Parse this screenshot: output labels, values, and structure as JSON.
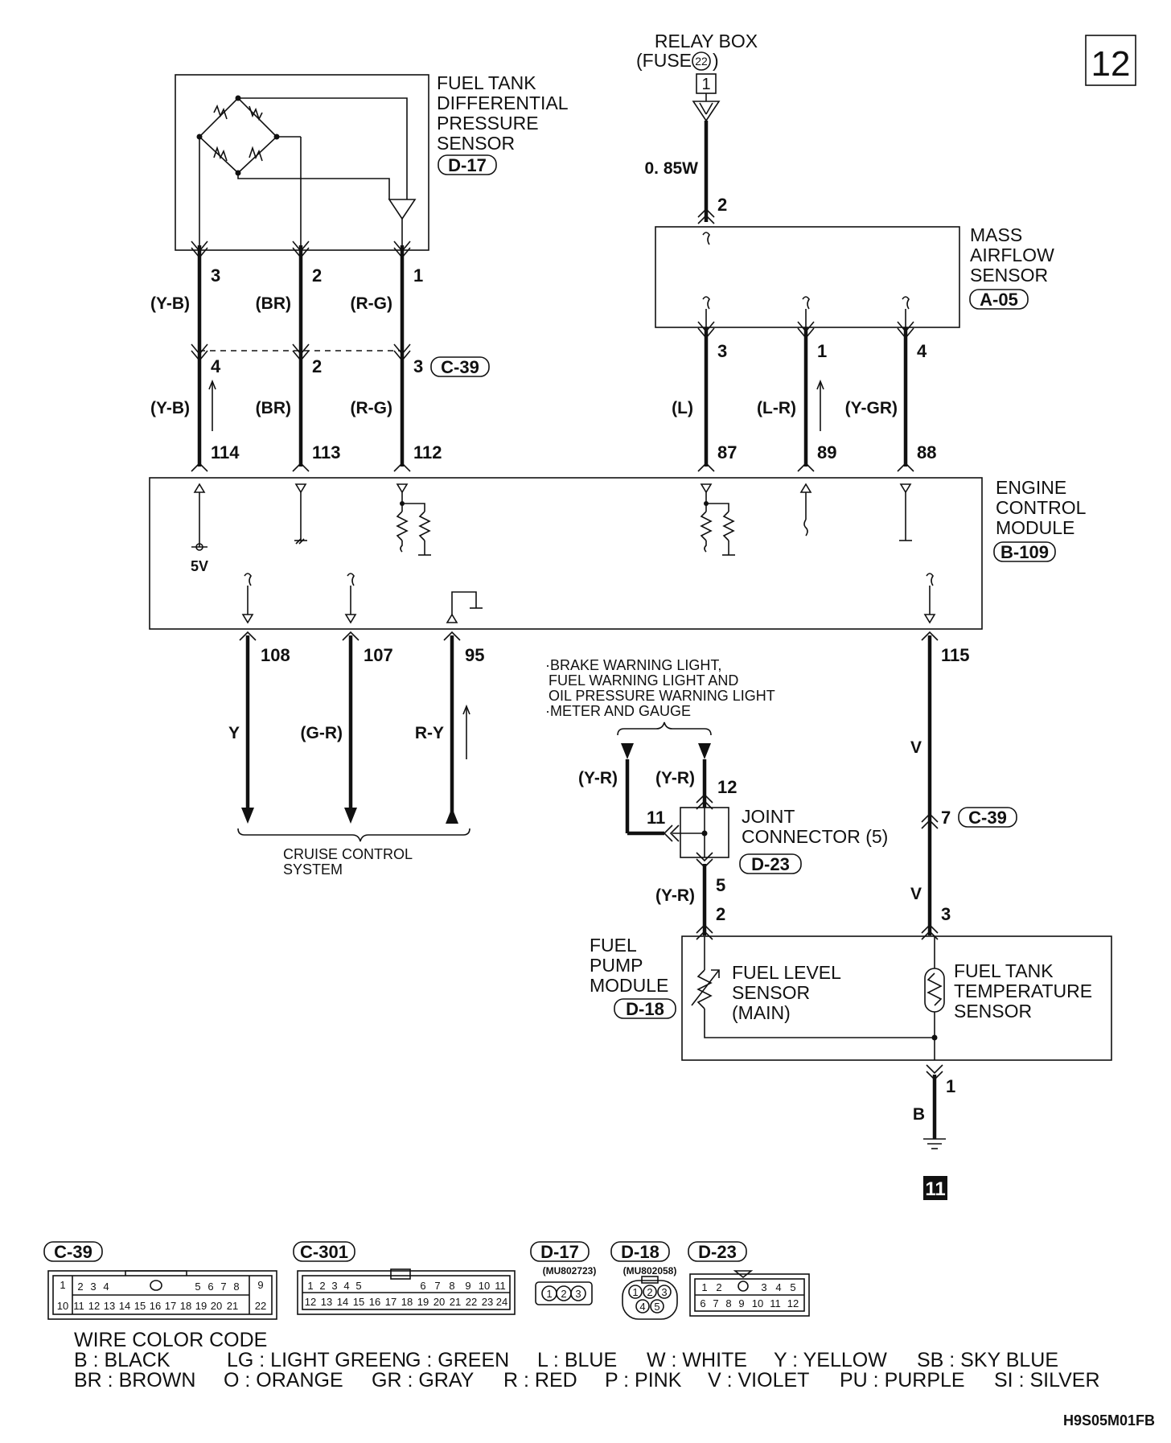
{
  "page_number": "12",
  "continuation_ref": "11",
  "figure_code": "H9S05M01FB",
  "components": {
    "relay_box": {
      "line1": "RELAY BOX",
      "line2": "(FUSE",
      "fuse_no": "22",
      "line2_end": ")",
      "terminal": "1"
    },
    "fuel_tank_dp_sensor": {
      "lines": [
        "FUEL TANK",
        "DIFFERENTIAL",
        "PRESSURE",
        "SENSOR"
      ],
      "code": "D-17"
    },
    "mass_airflow_sensor": {
      "lines": [
        "MASS",
        "AIRFLOW",
        "SENSOR"
      ],
      "code": "A-05"
    },
    "ecm": {
      "lines": [
        "ENGINE",
        "CONTROL",
        "MODULE"
      ],
      "code": "B-109",
      "supply": "5V"
    },
    "joint_connector": {
      "lines": [
        "JOINT",
        "CONNECTOR (5)"
      ],
      "code": "D-23"
    },
    "fuel_pump_module": {
      "lines": [
        "FUEL",
        "PUMP",
        "MODULE"
      ],
      "code": "D-18"
    },
    "fuel_level_sensor": {
      "lines": [
        "FUEL LEVEL",
        "SENSOR",
        "(MAIN)"
      ]
    },
    "fuel_tank_temp_sensor": {
      "lines": [
        "FUEL TANK",
        "TEMPERATURE",
        "SENSOR"
      ]
    },
    "cruise_control": {
      "lines": [
        "CRUISE CONTROL",
        "SYSTEM"
      ]
    },
    "warning_lights": {
      "lines": [
        "·BRAKE WARNING LIGHT,",
        "FUEL WARNING LIGHT AND",
        "OIL PRESSURE WARNING LIGHT",
        "·METER AND GAUGE"
      ]
    }
  },
  "connector_refs": {
    "c39_a": "C-39",
    "c39_b": "C-39"
  },
  "wires": {
    "sensor_pins": [
      "3",
      "2",
      "1"
    ],
    "sensor_colors": [
      "(Y-B)",
      "(BR)",
      "(R-G)"
    ],
    "c39_pins": [
      "4",
      "2",
      "3"
    ],
    "c39_colors": [
      "(Y-B)",
      "(BR)",
      "(R-G)"
    ],
    "ecm_left_pins": [
      "114",
      "113",
      "112"
    ],
    "relay_wire": "0. 85W",
    "maf_top_pin": "2",
    "maf_pins": [
      "3",
      "1",
      "4"
    ],
    "maf_colors": [
      "(L)",
      "(L-R)",
      "(Y-GR)"
    ],
    "ecm_right_pins": [
      "87",
      "89",
      "88"
    ],
    "ecm_bottom_pins": [
      "108",
      "107",
      "95",
      "115"
    ],
    "cruise_colors": [
      "Y",
      "(G-R)",
      "R-Y"
    ],
    "v_color": "V",
    "c39_pin_b": "7",
    "v_color_2": "V",
    "fpm_right_pin": "3",
    "ground_pin": "1",
    "ground_color": "B",
    "joint_colors": [
      "(Y-R)",
      "(Y-R)",
      "(Y-R)"
    ],
    "joint_pins": [
      "12",
      "11",
      "5"
    ],
    "fpm_left_pin": "2"
  },
  "connectors": {
    "c39": {
      "code": "C-39",
      "top": [
        "1",
        "2",
        "3",
        "4",
        "5",
        "6",
        "7",
        "8",
        "9"
      ],
      "bottom": [
        "10",
        "11",
        "12",
        "13",
        "14",
        "15",
        "16",
        "17",
        "18",
        "19",
        "20",
        "21",
        "22"
      ]
    },
    "c301": {
      "code": "C-301",
      "top": [
        "1",
        "2",
        "3",
        "4",
        "5",
        "6",
        "7",
        "8",
        "9",
        "10",
        "11"
      ],
      "bottom": [
        "12",
        "13",
        "14",
        "15",
        "16",
        "17",
        "18",
        "19",
        "20",
        "21",
        "22",
        "23",
        "24"
      ]
    },
    "d17": {
      "code": "D-17",
      "part": "(MU802723)",
      "pins": [
        "1",
        "2",
        "3"
      ]
    },
    "d18": {
      "code": "D-18",
      "part": "(MU802058)",
      "pins": [
        "1",
        "2",
        "3",
        "4",
        "5"
      ]
    },
    "d23": {
      "code": "D-23",
      "top": [
        "1",
        "2",
        "3",
        "4",
        "5"
      ],
      "bottom": [
        "6",
        "7",
        "8",
        "9",
        "10",
        "11",
        "12"
      ]
    }
  },
  "wire_color_code": {
    "title": "WIRE COLOR CODE",
    "row1": [
      "B : BLACK",
      "LG : LIGHT GREEN",
      "G : GREEN",
      "L : BLUE",
      "W : WHITE",
      "Y : YELLOW",
      "SB : SKY BLUE"
    ],
    "row2": [
      "BR : BROWN",
      "O : ORANGE",
      "GR : GRAY",
      "R : RED",
      "P : PINK",
      "V : VIOLET",
      "PU : PURPLE",
      "SI : SILVER"
    ]
  }
}
